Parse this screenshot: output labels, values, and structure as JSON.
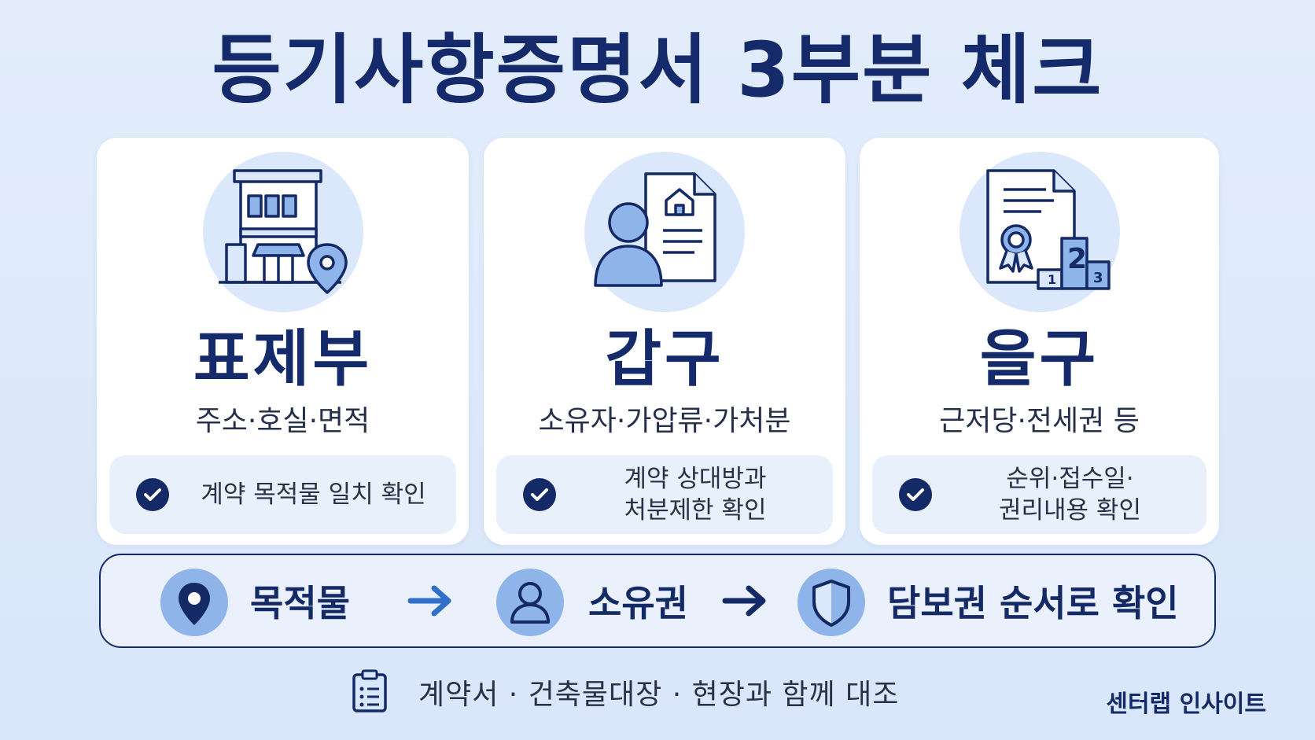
{
  "title": "등기사항증명서 3부분 체크",
  "cards": [
    {
      "icon": "building-location-icon",
      "title": "표제부",
      "subtitle": "주소·호실·면적",
      "check": "계약 목적물 일치 확인"
    },
    {
      "icon": "owner-document-icon",
      "title": "갑구",
      "subtitle": "소유자·가압류·가처분",
      "check": "계약 상대방과\n처분제한 확인"
    },
    {
      "icon": "certificate-ranking-icon",
      "title": "을구",
      "subtitle": "근저당·전세권 등",
      "check": "순위·접수일·\n권리내용 확인"
    }
  ],
  "flow": {
    "steps": [
      {
        "icon": "location-pin-icon",
        "label": "목적물"
      },
      {
        "icon": "person-icon",
        "label": "소유권"
      },
      {
        "icon": "shield-icon",
        "label": "담보권 순서로 확인"
      }
    ]
  },
  "footer": {
    "icon": "clipboard-icon",
    "text": "계약서 · 건축물대장 · 현장과 함께 대조"
  },
  "brand": "센터랩 인사이트",
  "colors": {
    "navy": "#132a66",
    "light_blue": "#8fb4ea",
    "pale_blue": "#dbe8fb",
    "background": "#dde8fa"
  }
}
